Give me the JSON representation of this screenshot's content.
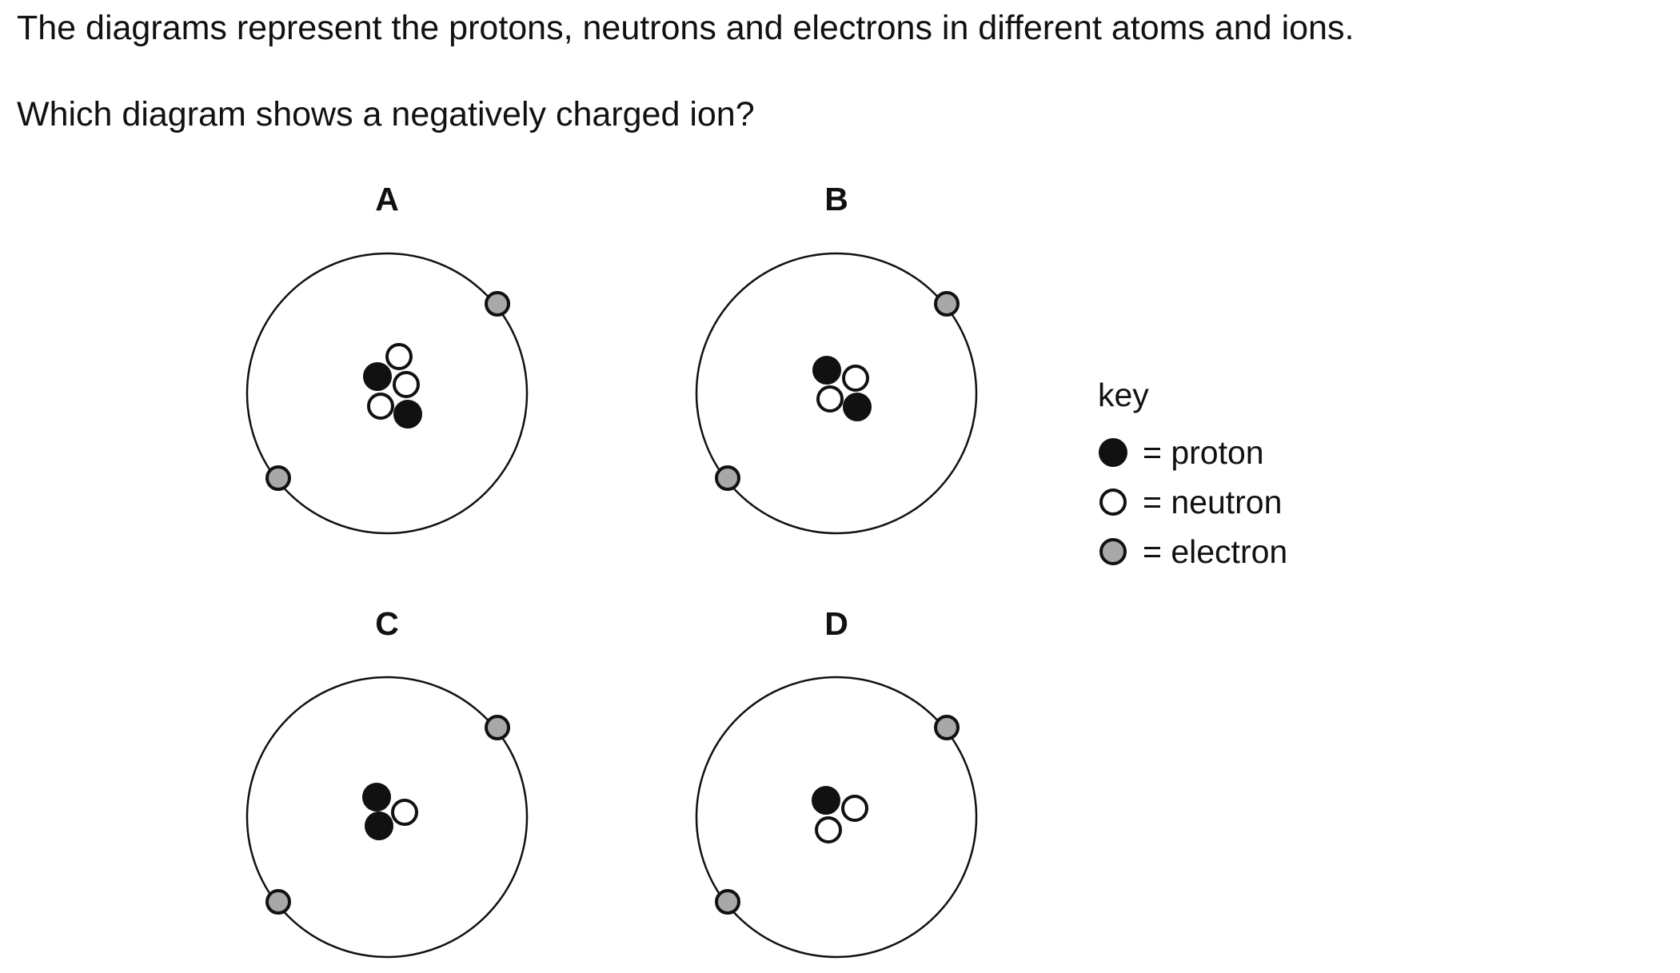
{
  "question": {
    "line1": "The diagrams represent the protons, neutrons and electrons in different atoms and ions.",
    "line2": "Which diagram shows a negatively charged ion?"
  },
  "colors": {
    "proton": "#111111",
    "neutron": "#ffffff",
    "electron": "#a8a8a8",
    "stroke": "#111111"
  },
  "diagrams": [
    {
      "label": "A",
      "nucleus": [
        "neutron",
        "proton",
        "neutron",
        "neutron",
        "proton"
      ],
      "electrons": 2
    },
    {
      "label": "B",
      "nucleus": [
        "proton",
        "neutron",
        "neutron",
        "proton"
      ],
      "electrons": 2
    },
    {
      "label": "C",
      "nucleus": [
        "proton",
        "neutron",
        "proton"
      ],
      "electrons": 2
    },
    {
      "label": "D",
      "nucleus": [
        "proton",
        "neutron",
        "neutron"
      ],
      "electrons": 2
    }
  ],
  "key": {
    "title": "key",
    "items": [
      {
        "type": "proton",
        "text": "= proton"
      },
      {
        "type": "neutron",
        "text": "= neutron"
      },
      {
        "type": "electron",
        "text": "= electron"
      }
    ]
  }
}
